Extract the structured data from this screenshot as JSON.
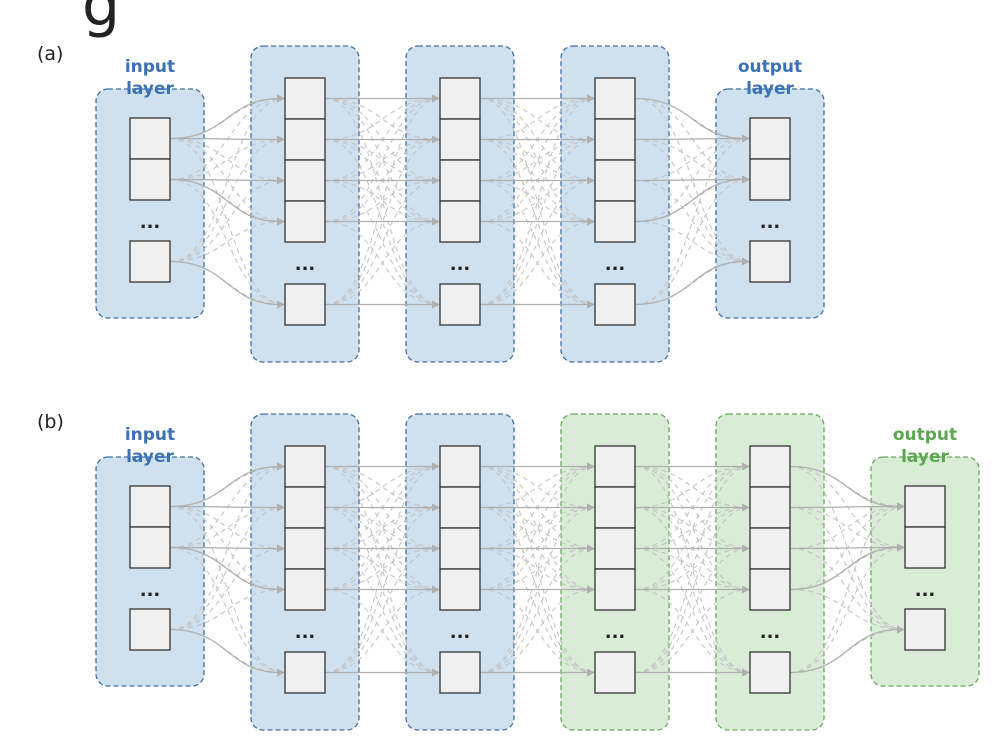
{
  "header_fragment": "g",
  "colors": {
    "blue_fill": "#cfe1ef",
    "blue_stroke": "#3f6fa8",
    "blue_text": "#3a72b5",
    "green_fill": "#d8ecd6",
    "green_stroke": "#6aa860",
    "green_text": "#5aa84e",
    "edge": "#b0b0b0",
    "node_fill": "#f0f0f0",
    "node_stroke": "#333333"
  },
  "panels": [
    {
      "id": "a",
      "label": "(a)",
      "input_label": [
        "input",
        "layer"
      ],
      "output_label": [
        "output",
        "layer"
      ],
      "input_nodes_shown": 3,
      "hidden_nodes_shown": 5,
      "output_nodes_shown": 3,
      "ellipsis": "...",
      "layers": [
        {
          "kind": "input",
          "color": "blue"
        },
        {
          "kind": "hidden",
          "color": "blue"
        },
        {
          "kind": "hidden",
          "color": "blue"
        },
        {
          "kind": "hidden",
          "color": "blue"
        },
        {
          "kind": "output",
          "color": "blue"
        }
      ]
    },
    {
      "id": "b",
      "label": "(b)",
      "input_label": [
        "input",
        "layer"
      ],
      "output_label": [
        "output",
        "layer"
      ],
      "input_nodes_shown": 3,
      "hidden_nodes_shown": 5,
      "output_nodes_shown": 3,
      "ellipsis": "...",
      "layers": [
        {
          "kind": "input",
          "color": "blue"
        },
        {
          "kind": "hidden",
          "color": "blue"
        },
        {
          "kind": "hidden",
          "color": "blue"
        },
        {
          "kind": "hidden",
          "color": "green"
        },
        {
          "kind": "hidden",
          "color": "green"
        },
        {
          "kind": "output",
          "color": "green"
        }
      ]
    }
  ]
}
